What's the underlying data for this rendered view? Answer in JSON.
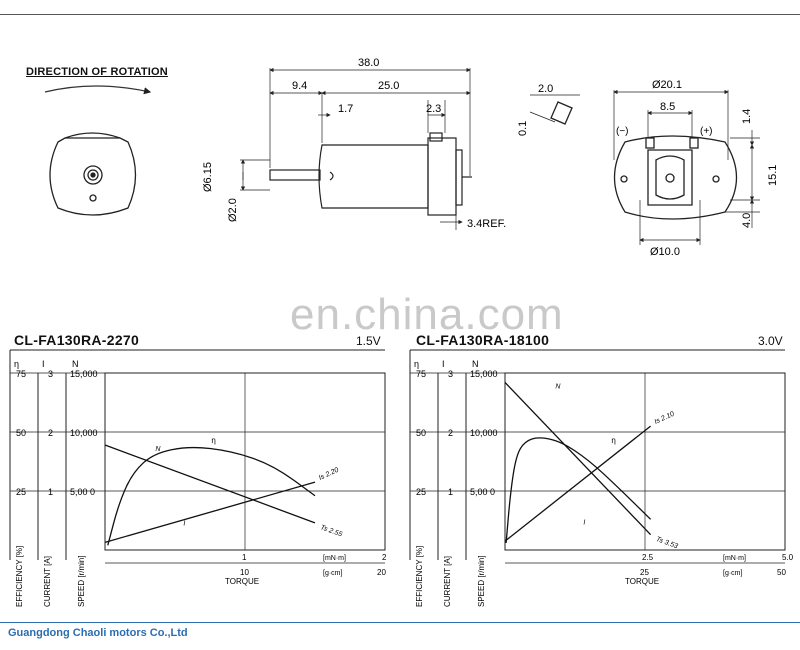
{
  "drawing": {
    "direction_label": "DIRECTION OF ROTATION",
    "dims": {
      "overall_length": "38.0",
      "shaft_length": "9.4",
      "body_length": "25.0",
      "d17": "1.7",
      "d23": "2.3",
      "dia_body": "Ø6.15",
      "dia_shaft": "Ø2.0",
      "ref": "3.4REF.",
      "d20": "2.0",
      "d01": "0.1",
      "dia_can": "Ø20.1",
      "d85": "8.5",
      "d14": "1.4",
      "d151": "15.1",
      "d40": "4.0",
      "dia10": "Ø10.0",
      "minus": "(−)",
      "plus": "(+)"
    }
  },
  "watermark": "en.china.com",
  "company": "Guangdong Chaoli motors Co.,Ltd",
  "chart_data": [
    {
      "type": "line",
      "title": "CL-FA130RA-2270",
      "voltage": "1.5V",
      "axis_heads": {
        "eff": "η",
        "cur": "I",
        "spd": "N"
      },
      "y_ticks": {
        "efficiency": [
          "75",
          "50",
          "25"
        ],
        "current": [
          "3",
          "2",
          "1"
        ],
        "speed": [
          "15,000",
          "10,000",
          "5,00 0"
        ]
      },
      "y_labels": {
        "efficiency": "EFFICIENCY [%]",
        "current": "CURRENT [A]",
        "speed": "SPEED [r/min]"
      },
      "x_top": {
        "ticks": [
          "1",
          "2"
        ],
        "unit": "[mN·m]"
      },
      "x_bottom": {
        "ticks": [
          "10",
          "20"
        ],
        "unit": "[g·cm]"
      },
      "xlabel": "TORQUE",
      "xlim": [
        0,
        2
      ],
      "speed_ylim": [
        0,
        15000
      ],
      "series": [
        {
          "name": "N",
          "x": [
            0,
            1.5
          ],
          "y": [
            8900,
            2300
          ]
        },
        {
          "name": "I",
          "x": [
            0,
            1.5
          ],
          "y": [
            0.13,
            1.15
          ]
        },
        {
          "name": "η",
          "x": [
            0.02,
            0.1,
            0.2,
            0.35,
            0.6,
            0.9,
            1.2,
            1.5
          ],
          "y": [
            2,
            20,
            33,
            41,
            44,
            42,
            36,
            23
          ]
        }
      ],
      "annotations": [
        "N",
        "η",
        "I",
        "Is 2.20",
        "Ts 2.55"
      ]
    },
    {
      "type": "line",
      "title": "CL-FA130RA-18100",
      "voltage": "3.0V",
      "axis_heads": {
        "eff": "η",
        "cur": "I",
        "spd": "N"
      },
      "y_ticks": {
        "efficiency": [
          "75",
          "50",
          "25"
        ],
        "current": [
          "3",
          "2",
          "1"
        ],
        "speed": [
          "15,000",
          "10,000",
          "5,00 0"
        ]
      },
      "y_labels": {
        "efficiency": "EFFICIENCY [%]",
        "current": "CURRENT [A]",
        "speed": "SPEED [r/min]"
      },
      "x_top": {
        "ticks": [
          "2.5",
          "5.0"
        ],
        "unit": "[mN·m]"
      },
      "x_bottom": {
        "ticks": [
          "25",
          "50"
        ],
        "unit": "[g·cm]"
      },
      "xlabel": "TORQUE",
      "xlim": [
        0,
        5
      ],
      "speed_ylim": [
        0,
        15000
      ],
      "series": [
        {
          "name": "N",
          "x": [
            0,
            2.6
          ],
          "y": [
            14200,
            1300
          ]
        },
        {
          "name": "I",
          "x": [
            0,
            2.6
          ],
          "y": [
            0.15,
            2.1
          ]
        },
        {
          "name": "η",
          "x": [
            0.02,
            0.1,
            0.2,
            0.35,
            0.6,
            1.0,
            1.5,
            2.0,
            2.6
          ],
          "y": [
            3,
            25,
            40,
            46,
            48,
            46,
            38,
            27,
            13
          ]
        }
      ],
      "annotations": [
        "N",
        "η",
        "I",
        "Is 2.10",
        "Ts 3.53"
      ]
    }
  ]
}
